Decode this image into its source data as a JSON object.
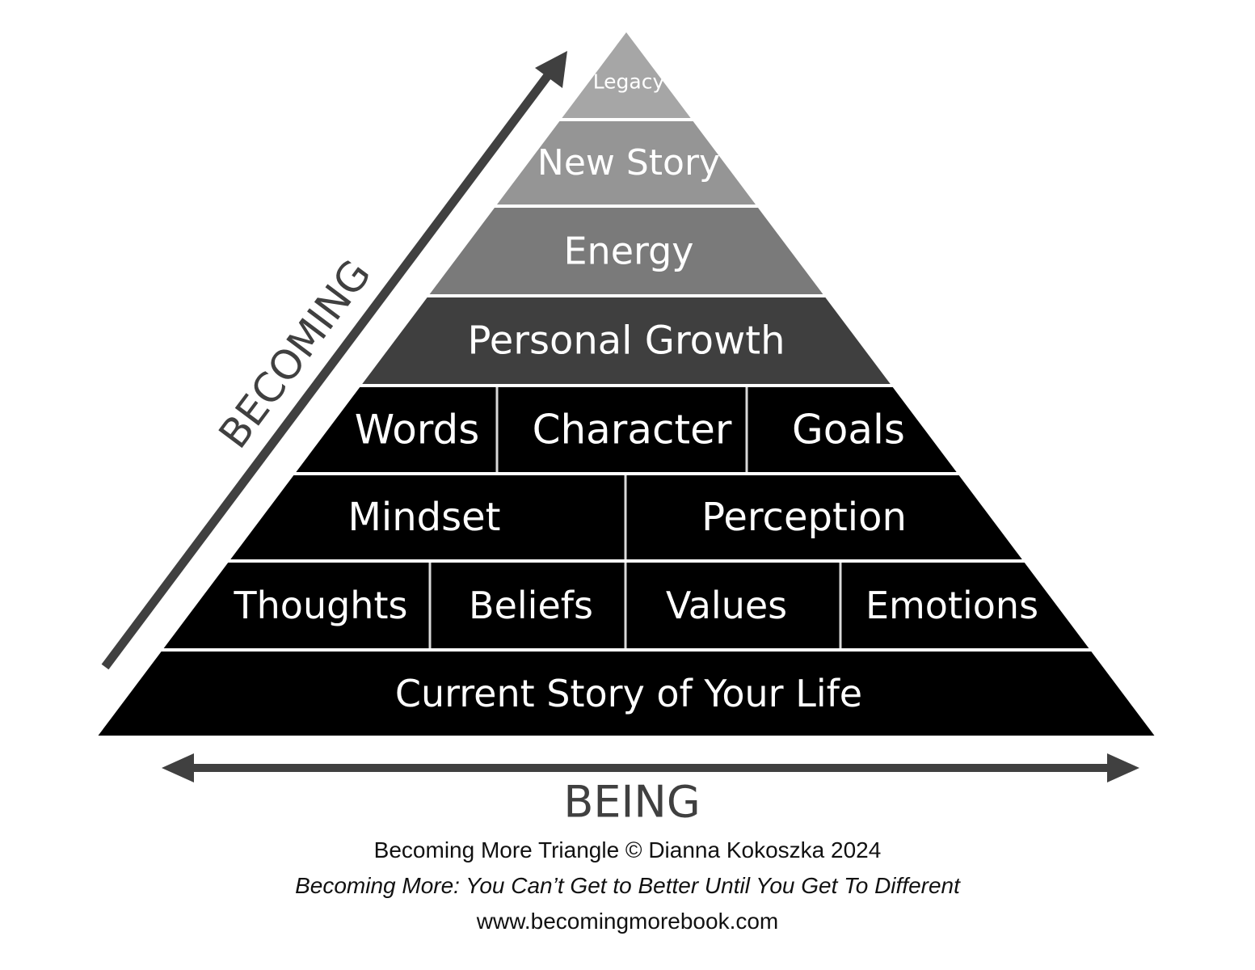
{
  "diagram": {
    "becoming_label": "BECOMING",
    "being_label": "BEING",
    "tiers": [
      {
        "name": "tier-legacy",
        "cells": [
          "Legacy"
        ],
        "fill": "#a6a6a6"
      },
      {
        "name": "tier-new-story",
        "cells": [
          "New Story"
        ],
        "fill": "#959595"
      },
      {
        "name": "tier-energy",
        "cells": [
          "Energy"
        ],
        "fill": "#7a7a7a"
      },
      {
        "name": "tier-personal-growth",
        "cells": [
          "Personal Growth"
        ],
        "fill": "#3f3f3f"
      },
      {
        "name": "tier-words-character-goals",
        "cells": [
          "Words",
          "Character",
          "Goals"
        ],
        "fill": "#000000"
      },
      {
        "name": "tier-mindset-perception",
        "cells": [
          "Mindset",
          "Perception"
        ],
        "fill": "#000000"
      },
      {
        "name": "tier-foundations",
        "cells": [
          "Thoughts",
          "Beliefs",
          "Values",
          "Emotions"
        ],
        "fill": "#000000"
      },
      {
        "name": "tier-current-story",
        "cells": [
          "Current Story of Your Life"
        ],
        "fill": "#000000"
      }
    ],
    "arrow_color": "#404040",
    "divider_color": "#d9d9d9"
  },
  "footer": {
    "credit": "Becoming More Triangle © Dianna Kokoszka 2024",
    "subtitle": "Becoming More: You Can’t Get to Better Until You Get To Different",
    "url": "www.becomingmorebook.com"
  }
}
